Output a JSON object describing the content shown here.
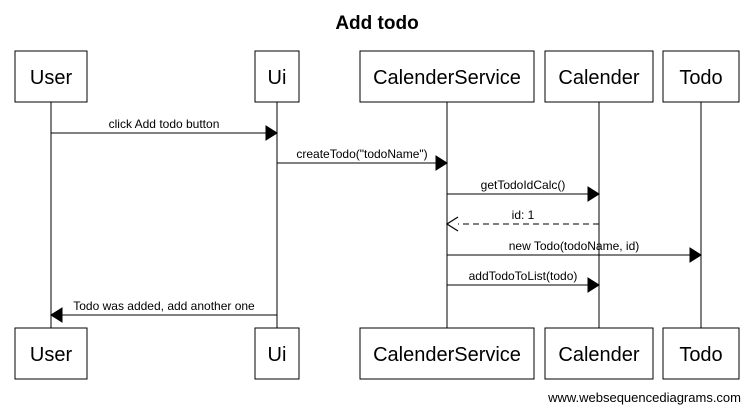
{
  "title": "Add todo",
  "credit": "www.websequencediagrams.com",
  "participants": [
    "User",
    "Ui",
    "CalenderService",
    "Calender",
    "Todo"
  ],
  "messages": [
    {
      "from": 0,
      "to": 1,
      "label": "click Add todo button",
      "kind": "sync"
    },
    {
      "from": 1,
      "to": 2,
      "label": "createTodo(\"todoName\")",
      "kind": "sync"
    },
    {
      "from": 2,
      "to": 3,
      "label": "getTodoIdCalc()",
      "kind": "sync"
    },
    {
      "from": 3,
      "to": 2,
      "label": "id: 1",
      "kind": "return"
    },
    {
      "from": 2,
      "to": 4,
      "label": "new Todo(todoName, id)",
      "kind": "sync"
    },
    {
      "from": 2,
      "to": 3,
      "label": "addTodoToList(todo)",
      "kind": "sync"
    },
    {
      "from": 1,
      "to": 0,
      "label": "Todo was added, add another one",
      "kind": "sync"
    }
  ]
}
